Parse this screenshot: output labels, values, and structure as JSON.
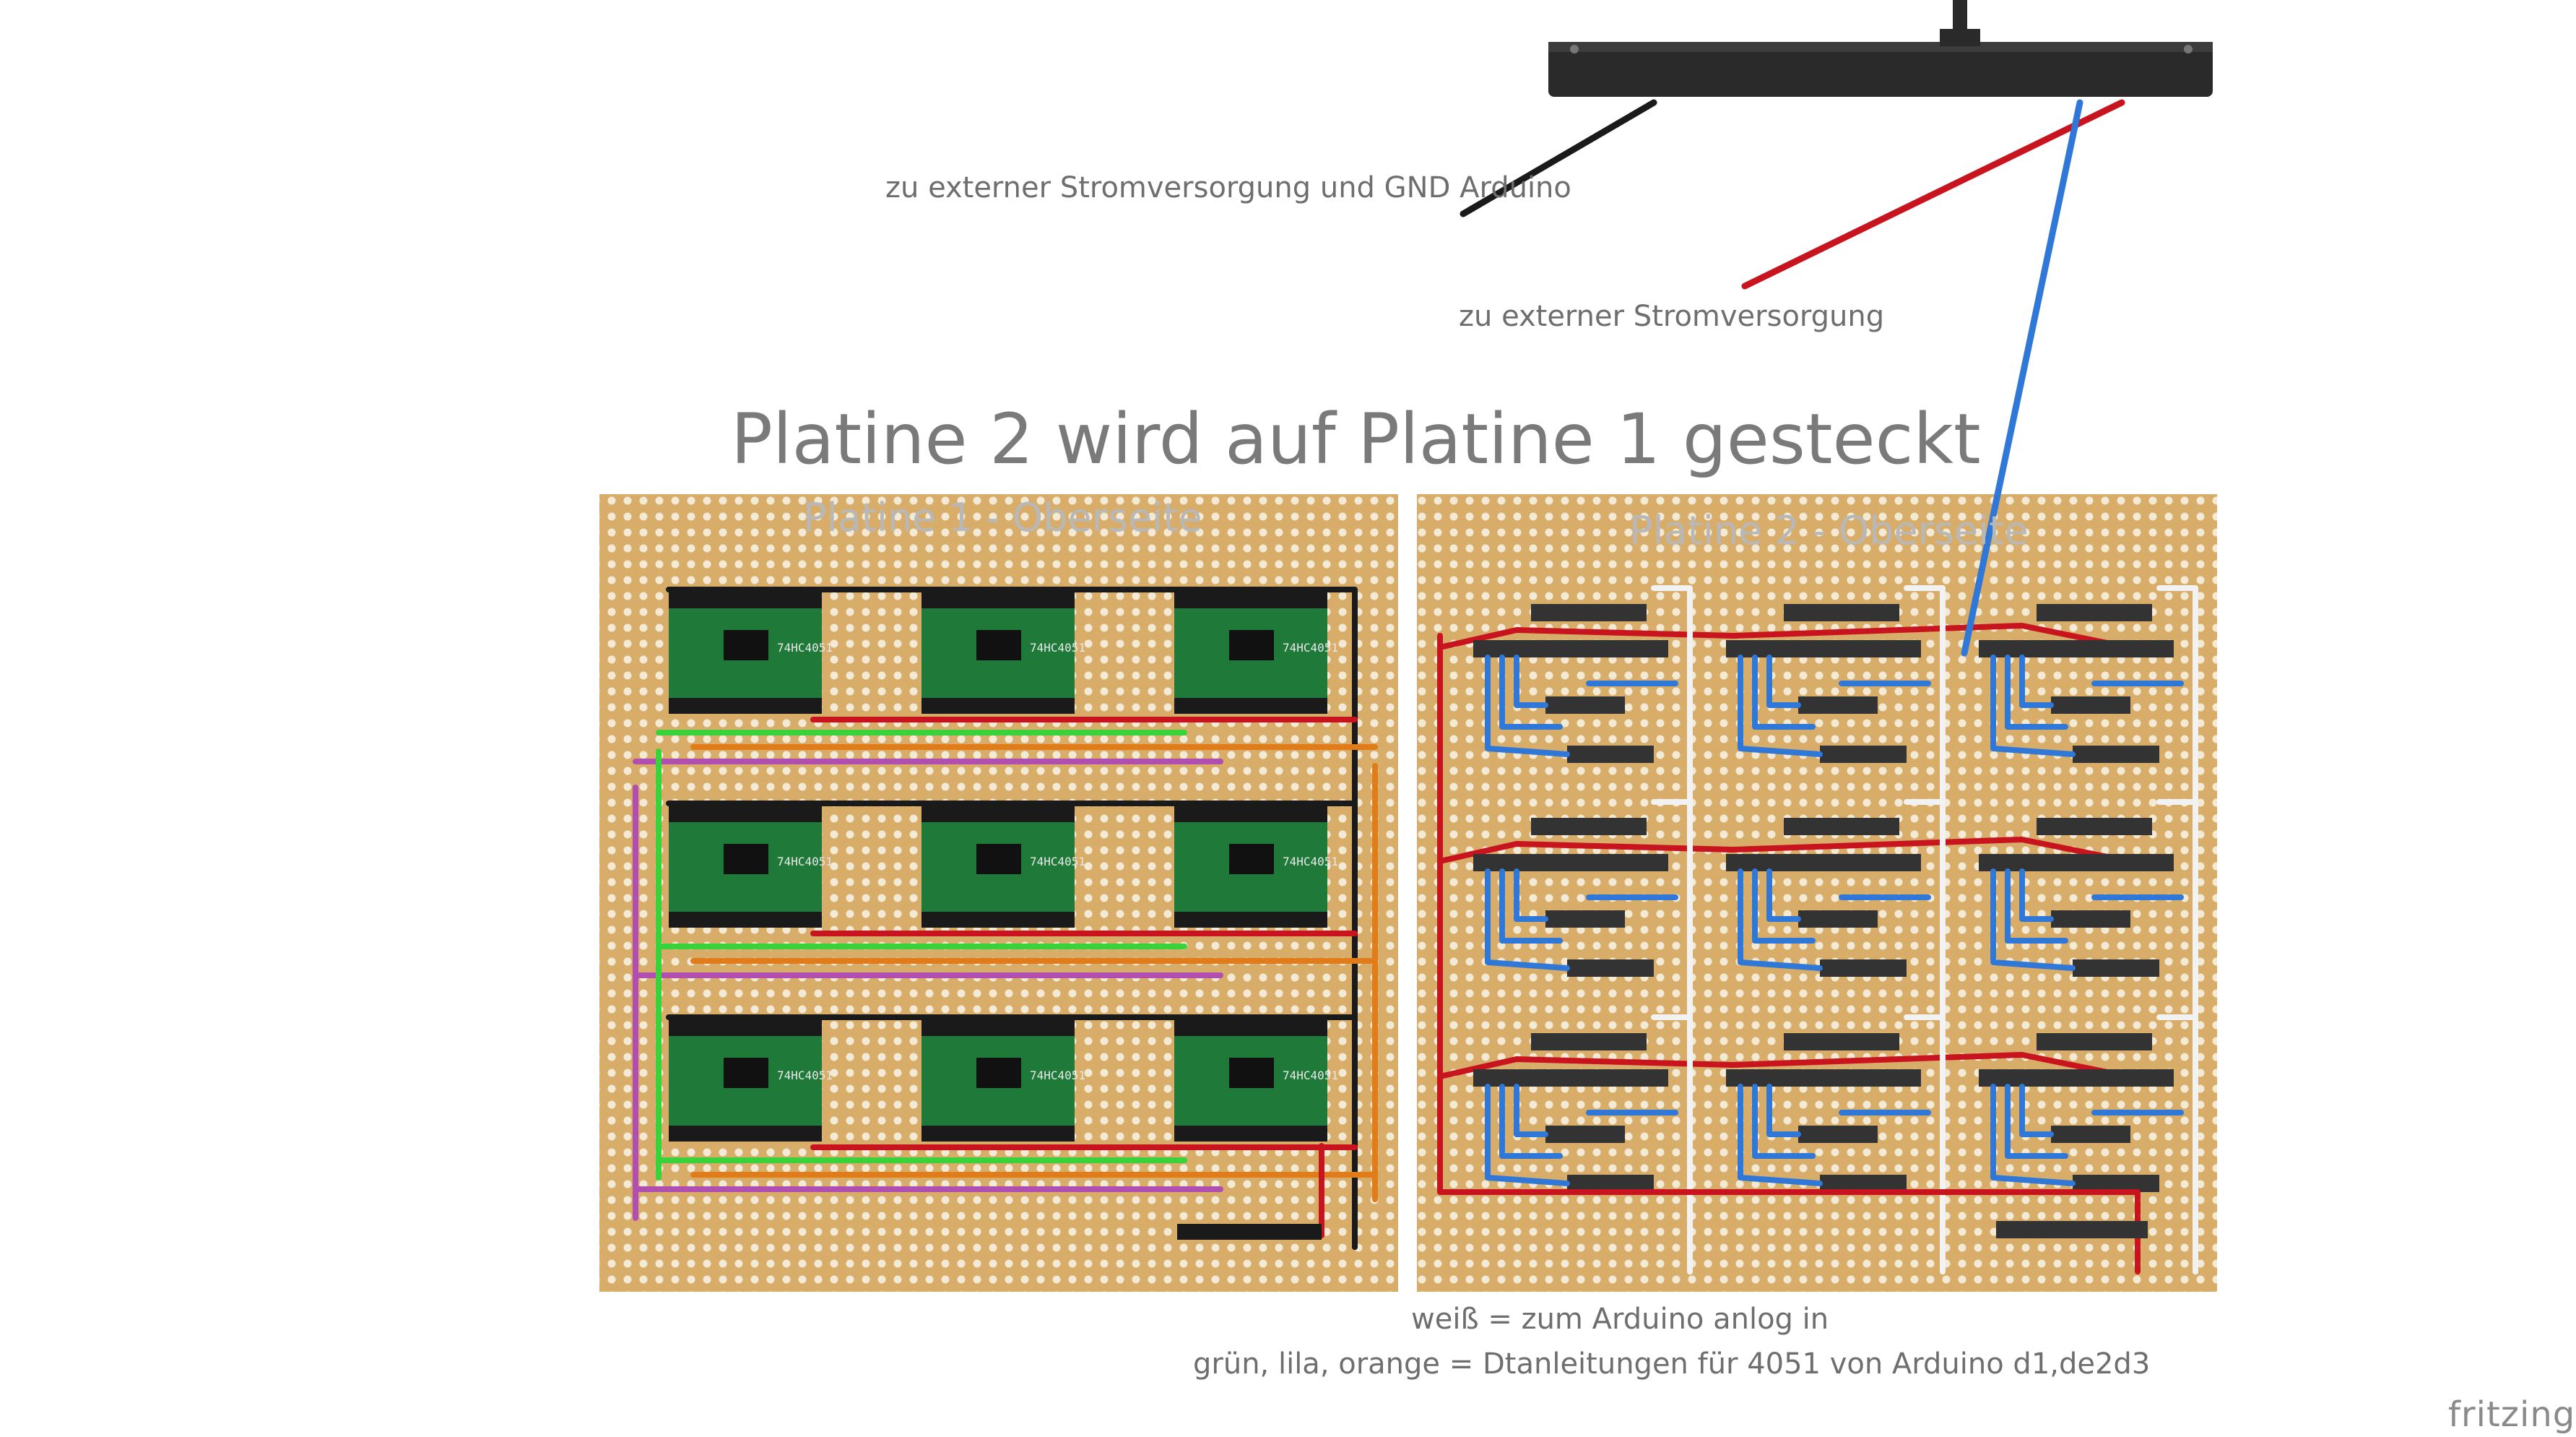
{
  "labels": {
    "ground_note": "zu externer Stromversorgung und GND Arduino",
    "power_note": "zu externer Stromversorgung",
    "main_title": "Platine 2 wird auf Platine 1 gesteckt",
    "board1_title": "Platine 1 - Oberseite",
    "board2_title": "Platine 2 - Oberseite",
    "legend_white": "weiß = zum Arduino anlog in",
    "legend_colors": "grün, lila, orange = Dtanleitungen für 4051 von Arduino d1,de2d3",
    "brand": "fritzing",
    "chip_label": "74HC4051"
  },
  "colors": {
    "board": "#d8ad6a",
    "hole": "#f3ead6",
    "chip": "#1f7a3a",
    "wire_red": "#c8141e",
    "wire_black": "#1a1a1a",
    "wire_green": "#3ad23a",
    "wire_purple": "#b04fb0",
    "wire_orange": "#e07d1a",
    "wire_blue": "#2f78d8",
    "wire_white": "#f2f2f2"
  },
  "boards": [
    {
      "name": "Platine 1",
      "chips": 9
    },
    {
      "name": "Platine 2",
      "headers": 9
    }
  ]
}
